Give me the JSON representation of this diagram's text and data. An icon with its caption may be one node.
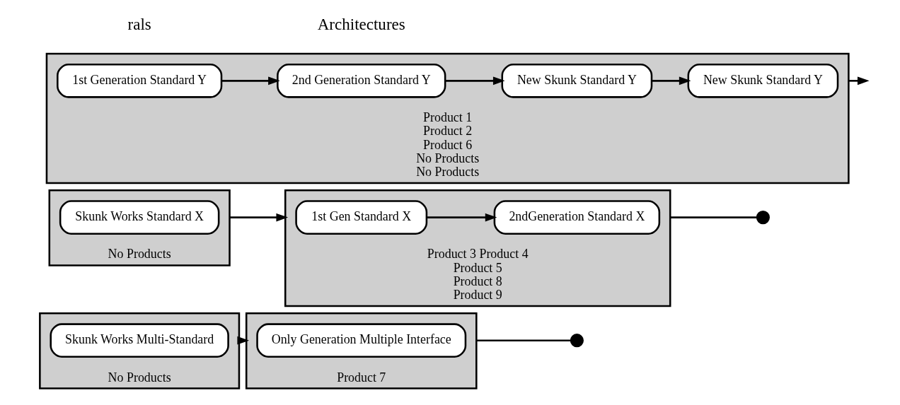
{
  "diagram": {
    "nodes": [
      {
        "text": [
          "No Products"
        ]
      },
      {
        "text": [
          "Skunk Works Multi-Standard"
        ],
        "in": 0
      },
      {
        "text": [
          "Product 7"
        ]
      },
      {
        "text": [
          "Only Generation Multiple Interface"
        ],
        "in": 2
      },
      {
        "text": [],
        "shape": "circle"
      },
      {
        "text": [
          "No Products"
        ]
      },
      {
        "text": [
          "Skunk Works Standard X"
        ],
        "in": 5
      },
      {
        "text": [
          "Product 3 Product 4",
          "Product 5",
          "Product 8",
          "Product 9"
        ]
      },
      {
        "text": [
          "1st Gen Standard X"
        ],
        "in": 7
      },
      {
        "text": [
          "2ndGeneration Standard X"
        ],
        "in": 7
      },
      {
        "text": [],
        "shape": "circle"
      },
      {
        "text": [
          "Product 1",
          "Product 2",
          "Product 6",
          "No Products",
          "No Products"
        ]
      },
      {
        "text": [
          "1st Generation Standard Y"
        ],
        "in": 11
      },
      {
        "text": [
          "2nd Generation Standard Y"
        ],
        "in": 11
      },
      {
        "text": [
          "New Skunk Standard Y"
        ],
        "in": 11
      },
      {
        "text": [
          "New Skunk Standard Y"
        ],
        "in": 11
      }
    ],
    "edges": [
      {
        "from": 0,
        "to": 2,
        "arrow": "to"
      },
      {
        "from": 2,
        "to": 4,
        "arrow": "none"
      },
      {
        "from": 5,
        "to": 7,
        "arrow": "to"
      },
      {
        "from": 8,
        "to": 9,
        "arrow": "to"
      },
      {
        "from": 7,
        "to": 10,
        "arrow": "none"
      },
      {
        "from": 12,
        "to": 13,
        "arrow": "to"
      },
      {
        "from": 13,
        "to": 14,
        "arrow": "to"
      },
      {
        "from": 14,
        "to": 15,
        "arrow": "to"
      },
      {
        "from": 11,
        "to": null,
        "arrow": "to"
      }
    ],
    "labels": [
      "rals",
      "Architectures"
    ]
  }
}
